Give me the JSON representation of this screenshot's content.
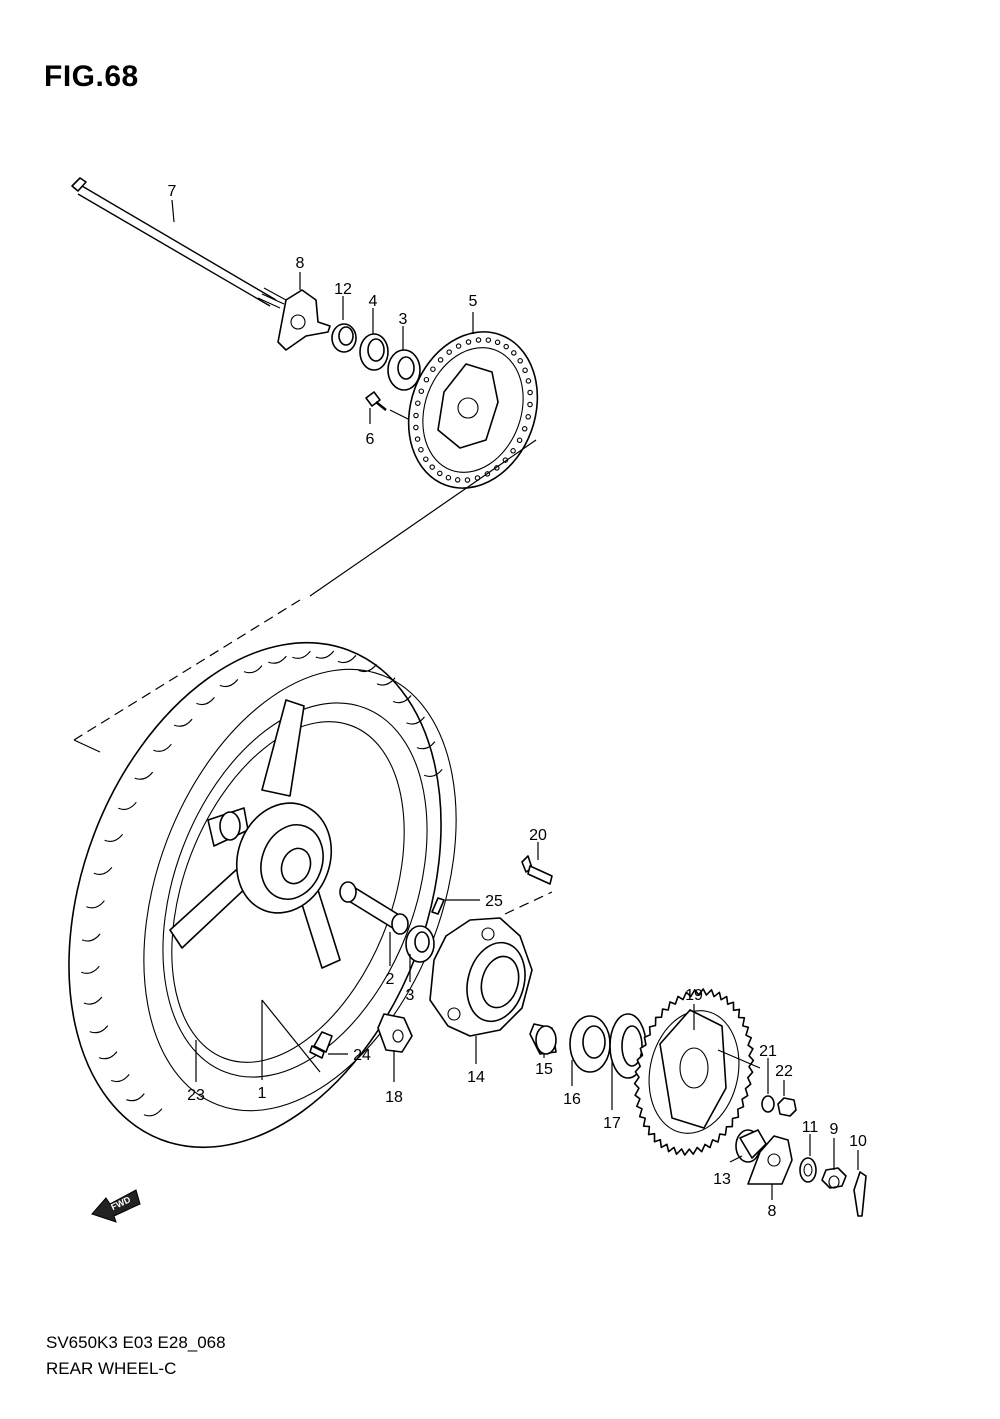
{
  "figure": {
    "title": "FIG.68"
  },
  "footer": {
    "model_code": "SV650K3 E03 E28_068",
    "caption": "REAR WHEEL-C"
  },
  "fwd_badge": {
    "text": "FWD"
  },
  "callouts": {
    "c1": "1",
    "c2": "2",
    "c3a": "3",
    "c3b": "3",
    "c4": "4",
    "c5": "5",
    "c6": "6",
    "c7": "7",
    "c8a": "8",
    "c8b": "8",
    "c9": "9",
    "c10": "10",
    "c11": "11",
    "c12": "12",
    "c13": "13",
    "c14": "14",
    "c15": "15",
    "c16": "16",
    "c17": "17",
    "c18": "18",
    "c19": "19",
    "c20": "20",
    "c21": "21",
    "c22": "22",
    "c23": "23",
    "c24": "24",
    "c25": "25"
  }
}
